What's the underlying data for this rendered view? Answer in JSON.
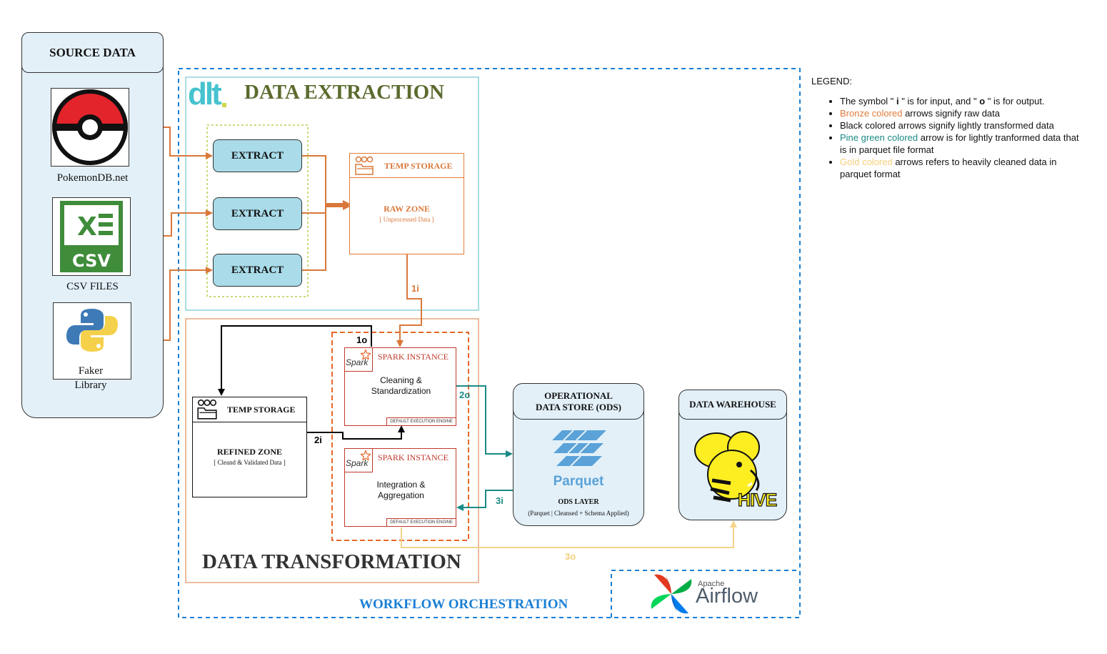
{
  "source": {
    "title": "SOURCE DATA",
    "items": [
      {
        "label": "PokemonDB.net",
        "icon": "pokeball-icon"
      },
      {
        "label": "CSV FILES",
        "icon": "csv-file-icon"
      },
      {
        "label": "Faker\nLibrary",
        "icon": "python-icon"
      }
    ]
  },
  "extraction": {
    "title": "DATA EXTRACTION",
    "logo": "dlt",
    "extract_labels": [
      "EXTRACT",
      "EXTRACT",
      "EXTRACT"
    ],
    "temp_storage": {
      "title": "TEMP STORAGE",
      "zone": "RAW ZONE",
      "desc": "[ Unprocessed Data ]"
    }
  },
  "transformation": {
    "title": "DATA TRANSFORMATION",
    "temp_storage": {
      "title": "TEMP STORAGE",
      "zone": "REFINED ZONE",
      "desc": "[ Cleand & Validated Data ]"
    },
    "spark1": {
      "title": "SPARK INSTANCE",
      "body": "Cleaning &\nStandardization",
      "engine": "DEFAULT EXECUTION ENGINE",
      "logo": "Spark"
    },
    "spark2": {
      "title": "SPARK INSTANCE",
      "body": "Integration &\nAggregation",
      "engine": "DEFAULT EXECUTION ENGINE",
      "logo": "Spark"
    }
  },
  "ods": {
    "title": "OPERATIONAL\nDATA STORE (ODS)",
    "logo_text": "Parquet",
    "layer": "ODS LAYER",
    "desc": "(Parquet | Cleansed + Schema Applied)"
  },
  "warehouse": {
    "title": "DATA WAREHOUSE",
    "logo_text": "HIVE"
  },
  "orchestration": {
    "title": "WORKFLOW ORCHESTRATION",
    "airflow_small": "Apache",
    "airflow_big": "Airflow"
  },
  "flow_labels": {
    "l1i": "1i",
    "l1o": "1o",
    "l2i": "2i",
    "l2o": "2o",
    "l3i": "3i",
    "l3o": "3o"
  },
  "legend": {
    "title": "LEGEND:",
    "items": [
      {
        "parts": [
          {
            "t": "The symbol \" "
          },
          {
            "t": "i",
            "bold": true
          },
          {
            "t": " \" is for input, and \" "
          },
          {
            "t": "o",
            "bold": true
          },
          {
            "t": " \" is for output."
          }
        ]
      },
      {
        "parts": [
          {
            "t": "Bronze colored",
            "color": "#e07b39"
          },
          {
            "t": " arrows signify raw data"
          }
        ]
      },
      {
        "parts": [
          {
            "t": "Black colored arrows signify lightly transformed data"
          }
        ]
      },
      {
        "parts": [
          {
            "t": "Pine green colored",
            "color": "#1a8a85"
          },
          {
            "t": " arrow is for lightly tranformed data that is in parquet file format"
          }
        ]
      },
      {
        "parts": [
          {
            "t": "Gold colored",
            "color": "#f5cf7a"
          },
          {
            "t": " arrows refers to heavily cleaned data in parquet format"
          }
        ]
      }
    ]
  },
  "colors": {
    "bronze": "#d9783a",
    "black": "#000000",
    "pine_green": "#1a8a85",
    "gold": "#f5d48a",
    "orchestration_blue": "#1a7fd4",
    "spark_red": "#c0392b",
    "dlt_teal": "#46c3cf",
    "title_olive": "#5b6b2e"
  }
}
